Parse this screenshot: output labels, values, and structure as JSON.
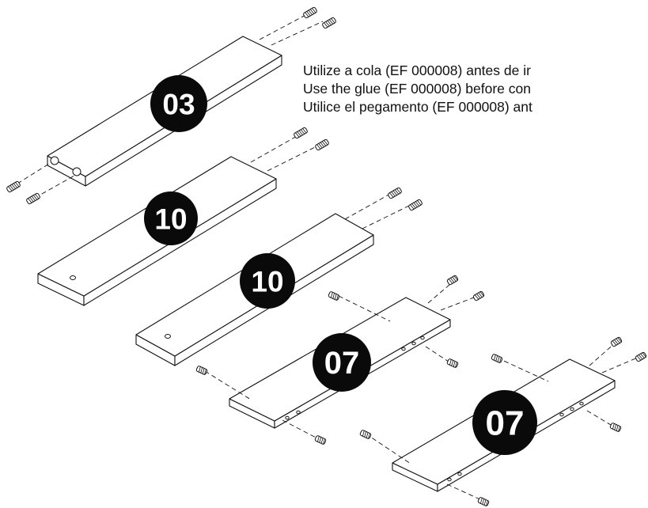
{
  "instructions": {
    "pt": "Utilize a cola (EF 000008) antes de ir",
    "en": "Use the glue (EF 000008) before con",
    "es": "Utilice el pegamento (EF 000008) ant"
  },
  "parts": [
    {
      "label": "03",
      "name": "part-03-board"
    },
    {
      "label": "10",
      "name": "part-10-board-upper"
    },
    {
      "label": "10",
      "name": "part-10-board-lower"
    },
    {
      "label": "07",
      "name": "part-07-board-left"
    },
    {
      "label": "07",
      "name": "part-07-board-right"
    }
  ],
  "colors": {
    "ink": "#111111",
    "badge": "#0a0a0a",
    "paper": "#ffffff"
  }
}
